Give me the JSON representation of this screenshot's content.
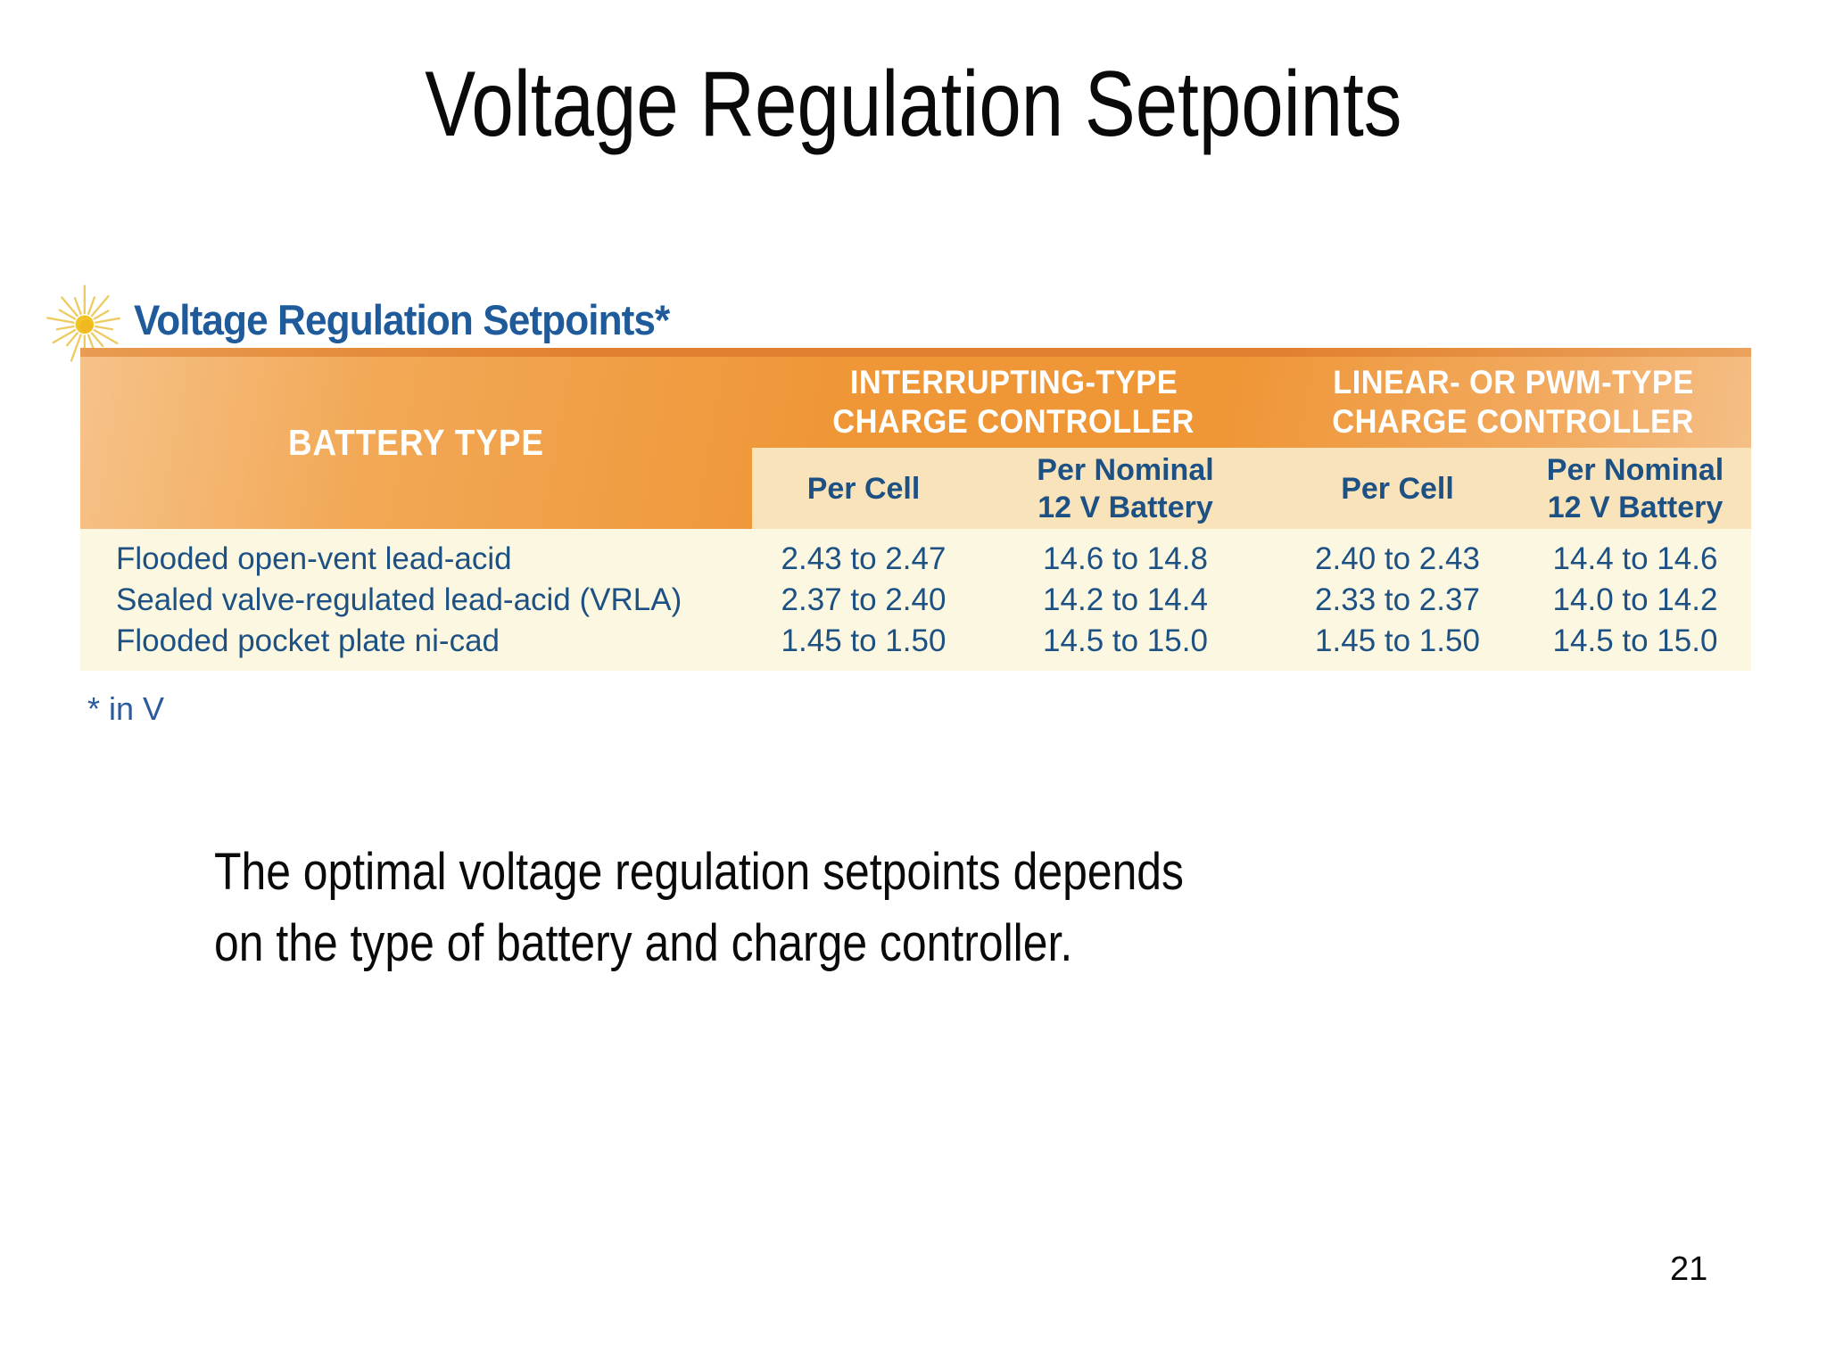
{
  "slide": {
    "title": "Voltage Regulation Setpoints"
  },
  "figure": {
    "heading": "Voltage Regulation Setpoints*",
    "sun_icon": "sun-starburst-icon",
    "footnote": "* in V",
    "colors": {
      "heading_blue": "#1f5b9b",
      "header_orange": "#ef9637",
      "header_orange_light": "#f6c289",
      "top_strip_orange": "#e1812f",
      "subheader_cream": "#f9e3bb",
      "data_cream": "#fbf7e1",
      "table_text_blue": "#1d5184",
      "sun_gold": "#f3c324"
    },
    "table": {
      "battery_type_header": "BATTERY TYPE",
      "group_headers": [
        {
          "line1": "INTERRUPTING-TYPE",
          "line2": "CHARGE CONTROLLER"
        },
        {
          "line1": "LINEAR- OR PWM-TYPE",
          "line2": "CHARGE CONTROLLER"
        }
      ],
      "sub_headers": [
        {
          "line1": "Per Cell",
          "line2": ""
        },
        {
          "line1": "Per Nominal",
          "line2": "12 V Battery"
        },
        {
          "line1": "Per Cell",
          "line2": ""
        },
        {
          "line1": "Per Nominal",
          "line2": "12 V Battery"
        }
      ],
      "rows": [
        {
          "battery": "Flooded open-vent lead-acid",
          "values": [
            "2.43 to 2.47",
            "14.6 to 14.8",
            "2.40 to 2.43",
            "14.4 to 14.6"
          ]
        },
        {
          "battery": "Sealed valve-regulated lead-acid (VRLA)",
          "values": [
            "2.37 to 2.40",
            "14.2 to 14.4",
            "2.33 to 2.37",
            "14.0 to 14.2"
          ]
        },
        {
          "battery": "Flooded pocket plate ni-cad",
          "values": [
            "1.45 to 1.50",
            "14.5 to 15.0",
            "1.45 to 1.50",
            "14.5 to 15.0"
          ]
        }
      ]
    }
  },
  "body": {
    "line1": "The optimal voltage regulation setpoints depends",
    "line2": "on the type of battery and charge controller."
  },
  "page_number": "21"
}
